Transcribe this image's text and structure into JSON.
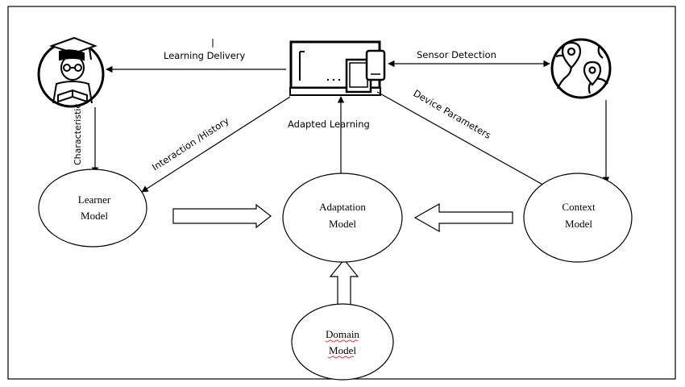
{
  "nodes": {
    "learner": {
      "line1": "Learner",
      "line2": "Model"
    },
    "adaptation": {
      "line1": "Adaptation",
      "line2": "Model"
    },
    "context": {
      "line1": "Context",
      "line2": "Model"
    },
    "domain": {
      "line1": "Domain",
      "line2": "Model"
    }
  },
  "labels": {
    "learning_delivery": "Learning Delivery",
    "sensor_detection": "Sensor Detection",
    "characteristic": "Characteristic",
    "interaction_history": "Interaction /History",
    "adapted_learning": "Adapted Learning",
    "device_parameters": "Device Parameters"
  },
  "icons": {
    "learner": "student-graduate-icon",
    "devices": "devices-desktop-tablet-phone-icon",
    "context": "globe-location-pins-icon"
  }
}
